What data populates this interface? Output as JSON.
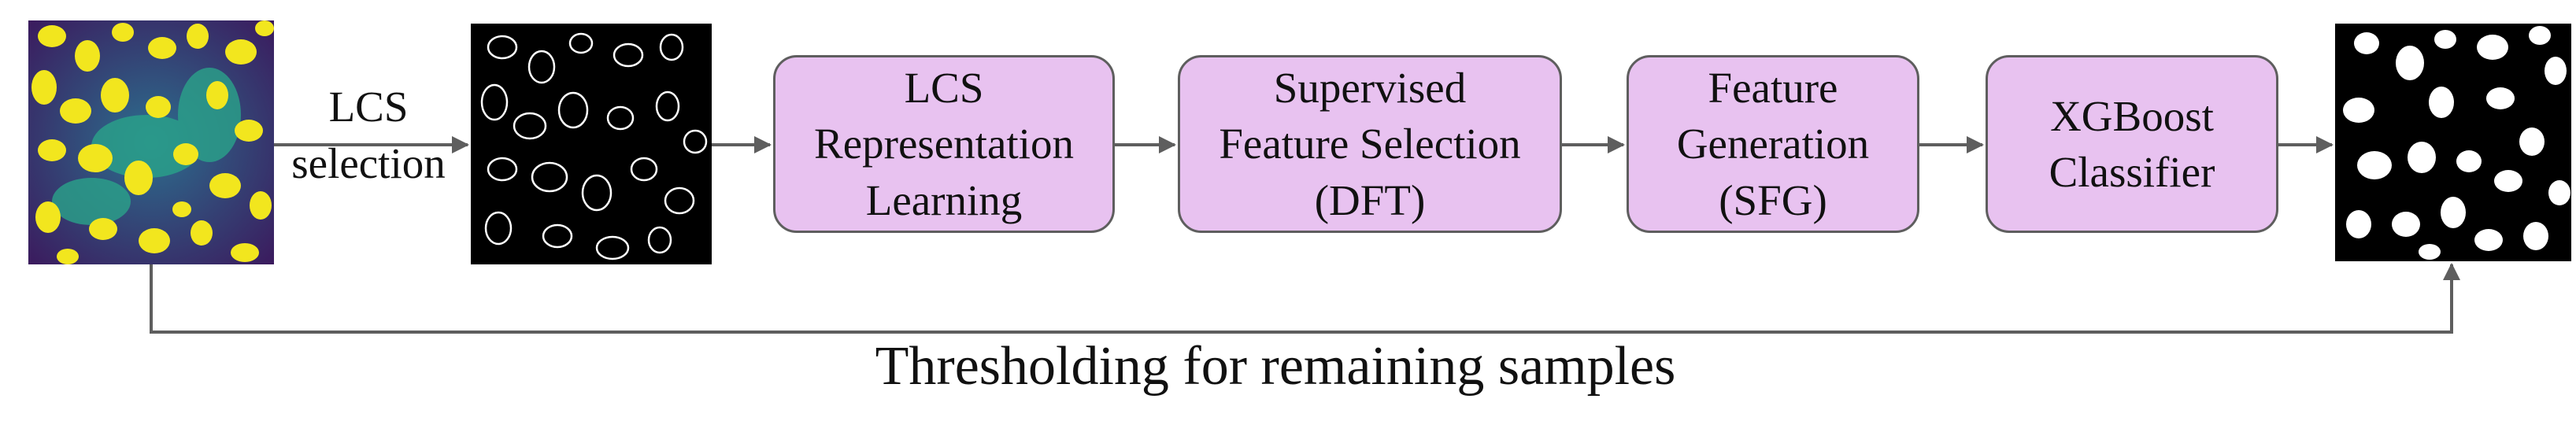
{
  "pipeline": {
    "input_image": {
      "description_icon": "cell-microscopy-image"
    },
    "lcs_selection": {
      "line1": "LCS",
      "line2": "selection"
    },
    "lcs_image": {
      "description_icon": "edge-map-image"
    },
    "stages": [
      {
        "lines": [
          "LCS",
          "Representation",
          "Learning"
        ]
      },
      {
        "lines": [
          "Supervised",
          "Feature Selection",
          "(DFT)"
        ]
      },
      {
        "lines": [
          "Feature",
          "Generation",
          "(SFG)"
        ]
      },
      {
        "lines": [
          "XGBoost",
          "Classifier"
        ]
      }
    ],
    "output_image": {
      "description_icon": "binary-mask-image"
    },
    "bypass_label": "Thresholding for remaining samples"
  },
  "colors": {
    "stage_fill": "#e8c2f0",
    "stage_border": "#5e5e5e",
    "arrow": "#5e5e5e",
    "cell_yellow": "#f2e61e",
    "cell_green": "#2ea585",
    "background_purple": "#3a1a5c"
  }
}
